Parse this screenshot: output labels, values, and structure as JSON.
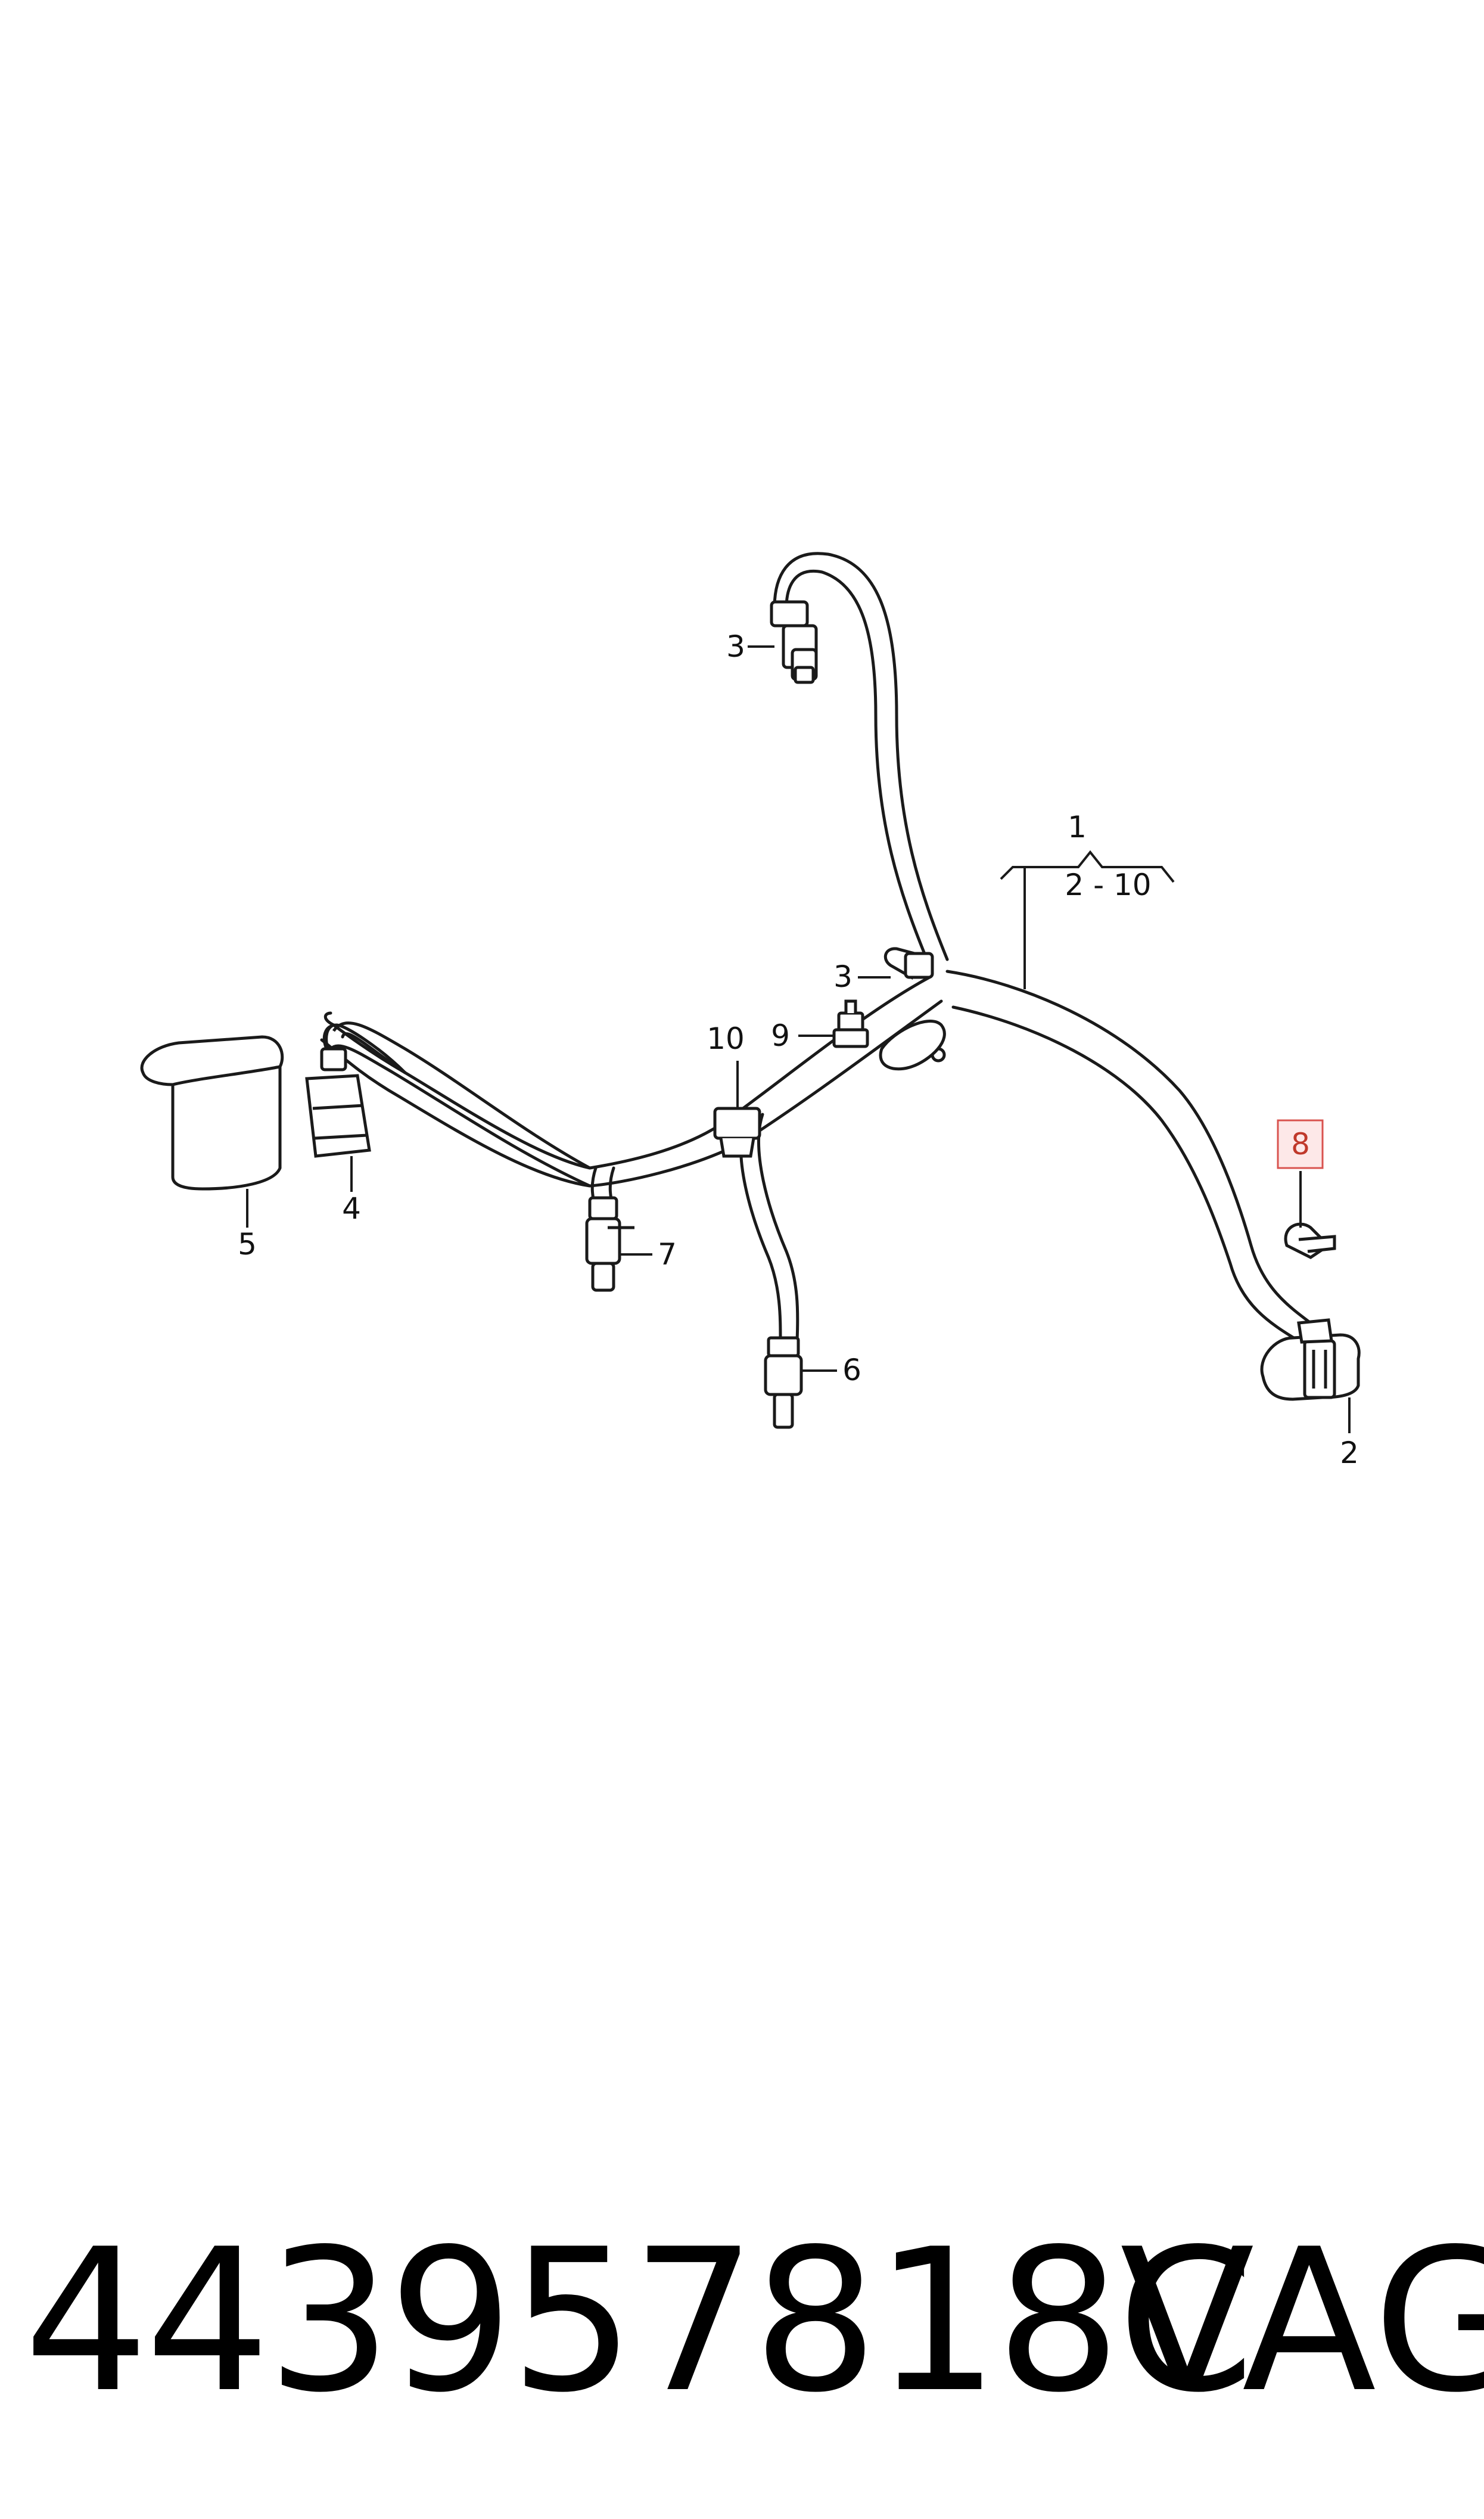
{
  "callouts": {
    "c1": "1",
    "c1_range": "2 - 10",
    "c2": "2",
    "c3a": "3",
    "c3b": "3",
    "c4": "4",
    "c5": "5",
    "c6": "6",
    "c7": "7",
    "c8": "8",
    "c9": "9",
    "c10": "10"
  },
  "highlight_color": "#d9534f",
  "footer": {
    "part_number": "443957818C",
    "brand": "VAG"
  }
}
